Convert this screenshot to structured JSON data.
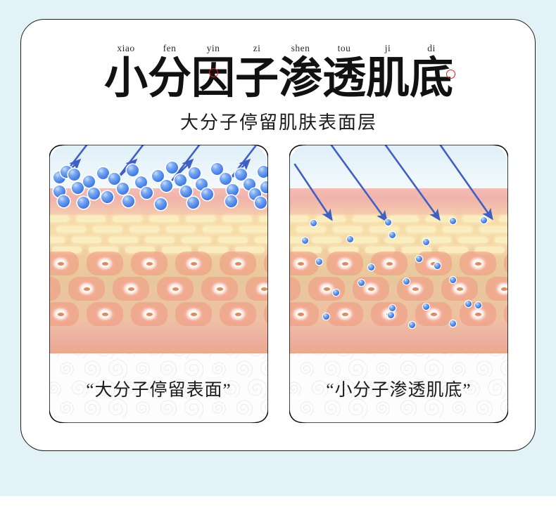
{
  "page": {
    "background_color": "#e3f2f7",
    "card_background": "#ffffff",
    "border_color": "#1d1d1d"
  },
  "header": {
    "pinyin": [
      "xiao",
      "fen",
      "yin",
      "zi",
      "shen",
      "tou",
      "ji",
      "di"
    ],
    "title_chars": [
      "小",
      "分",
      "因",
      "子",
      "渗",
      "透",
      "肌",
      "底"
    ],
    "title": "小分因子渗透肌底",
    "subtitle": "大分子停留肌肤表面层",
    "accent_mark_color": "#e0201b"
  },
  "panels": [
    {
      "id": "left",
      "caption": "“大分子停留表面”",
      "molecule_size": "large",
      "molecule_color": "#4a83e8",
      "arrow_style": "bounce",
      "arrow_color": "#3f5fc4",
      "description": "large-molecules-stay-on-surface"
    },
    {
      "id": "right",
      "caption": "“小分子渗透肌底”",
      "molecule_size": "small",
      "molecule_color": "#3f78e3",
      "arrow_style": "penetrate",
      "arrow_color": "#3f5fc4",
      "description": "small-molecules-penetrate-deep"
    }
  ],
  "skin_layers": [
    {
      "name": "sky",
      "color": "#e7f3fa"
    },
    {
      "name": "epidermis-surface",
      "color": "#f1b5ad"
    },
    {
      "name": "stratum-corneum",
      "color": "#f6dca9"
    },
    {
      "name": "dermis",
      "color": "#ebc89d"
    },
    {
      "name": "deep-dermis",
      "color": "#eda78e"
    }
  ]
}
